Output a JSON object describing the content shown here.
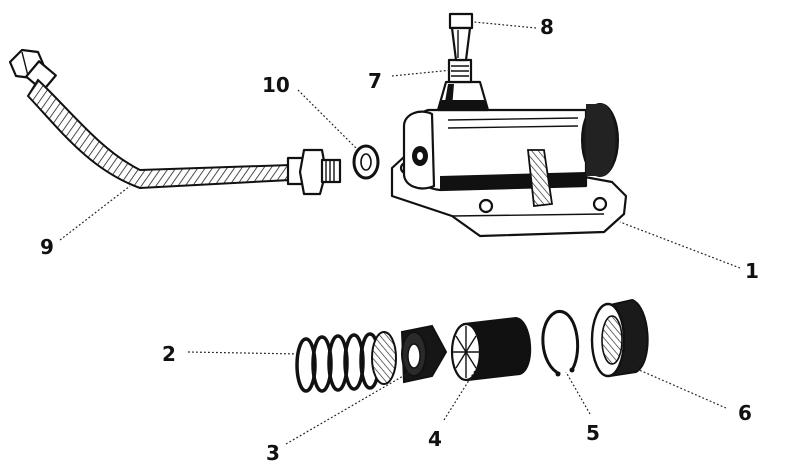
{
  "diagram": {
    "part_labels": [
      "1",
      "2",
      "3",
      "4",
      "5",
      "6",
      "7",
      "8",
      "9",
      "10"
    ]
  }
}
